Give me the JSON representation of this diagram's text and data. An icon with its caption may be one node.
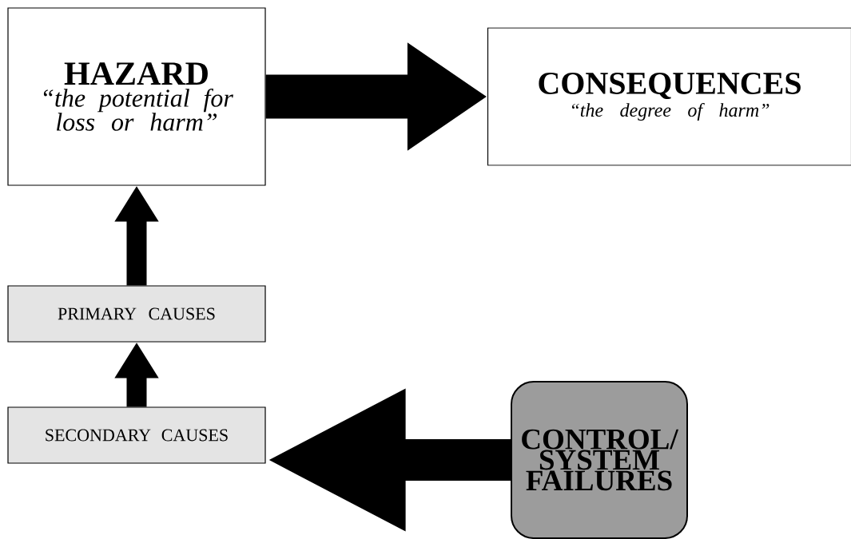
{
  "diagram": {
    "nodes": [
      {
        "text": [
          "HAZARD",
          "“the potential for loss or harm”"
        ]
      },
      {
        "text": [
          "CONSEQUENCES",
          "“the degree of harm”"
        ]
      },
      {
        "text": [
          "PRIMARY CAUSES"
        ]
      },
      {
        "text": [
          "SECONDARY CAUSES"
        ]
      },
      {
        "text": [
          "CONTROL/ SYSTEM FAILURES"
        ]
      }
    ],
    "edges": [
      {
        "from": 0,
        "to": 1,
        "arrow": "to",
        "style": "thick"
      },
      {
        "from": 2,
        "to": 0,
        "arrow": "to"
      },
      {
        "from": 3,
        "to": 2,
        "arrow": "to"
      },
      {
        "from": 4,
        "to": 3,
        "arrow": "to",
        "style": "thick"
      }
    ]
  }
}
